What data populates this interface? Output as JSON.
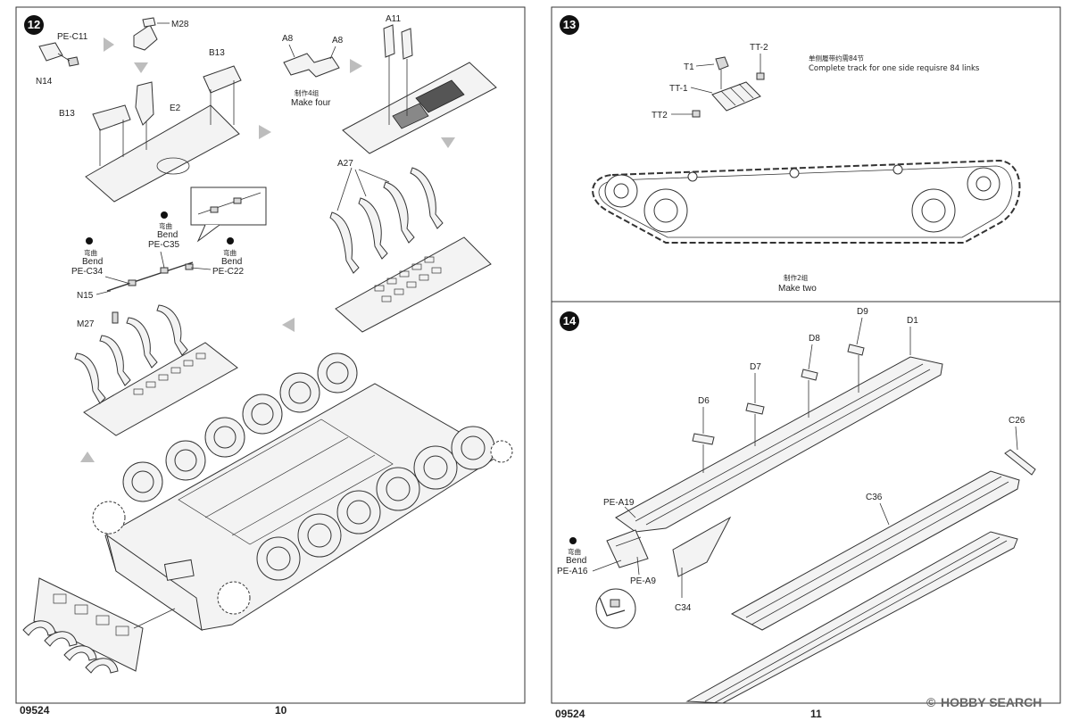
{
  "steps": {
    "s12": {
      "number": "12"
    },
    "s13": {
      "number": "13"
    },
    "s14": {
      "number": "14"
    }
  },
  "left_page": {
    "labels": {
      "pe_c11": "PE-C11",
      "m28": "M28",
      "n14": "N14",
      "b13_top": "B13",
      "b13_left": "B13",
      "e2": "E2",
      "a8_left": "A8",
      "a8_right": "A8",
      "a11": "A11",
      "make_four_cn": "制作4组",
      "make_four_en": "Make four",
      "a27": "A27",
      "bend1_cn": "弯曲",
      "bend1_en": "Bend",
      "pe_c35": "PE-C35",
      "bend2_cn": "弯曲",
      "bend2_en": "Bend",
      "pe_c34": "PE-C34",
      "bend3_cn": "弯曲",
      "bend3_en": "Bend",
      "pe_c22": "PE-C22",
      "n15": "N15",
      "m27": "M27"
    },
    "code": "09524",
    "page_number": "10"
  },
  "right_page": {
    "labels": {
      "tt2_top": "TT-2",
      "t1": "T1",
      "tt1": "TT-1",
      "tt2_bottom": "TT2",
      "track_note_cn": "单侧履带约需84节",
      "track_note_en": "Complete track for one side requisre 84 links",
      "make_two_cn": "制作2组",
      "make_two_en": "Make two",
      "d9": "D9",
      "d1": "D1",
      "d8": "D8",
      "d7": "D7",
      "d6": "D6",
      "c26": "C26",
      "c36": "C36",
      "pe_a19": "PE-A19",
      "bend_cn": "弯曲",
      "bend_en": "Bend",
      "pe_a16": "PE-A16",
      "pe_a9": "PE-A9",
      "c34": "C34"
    },
    "code": "09524",
    "page_number": "11"
  },
  "watermark": {
    "text": "HOBBY SEARCH",
    "mark": "©"
  },
  "colors": {
    "step_badge": "#111111",
    "line": "#333333",
    "part_fill": "#f3f3f3",
    "arrow": "#bdbdbd"
  }
}
